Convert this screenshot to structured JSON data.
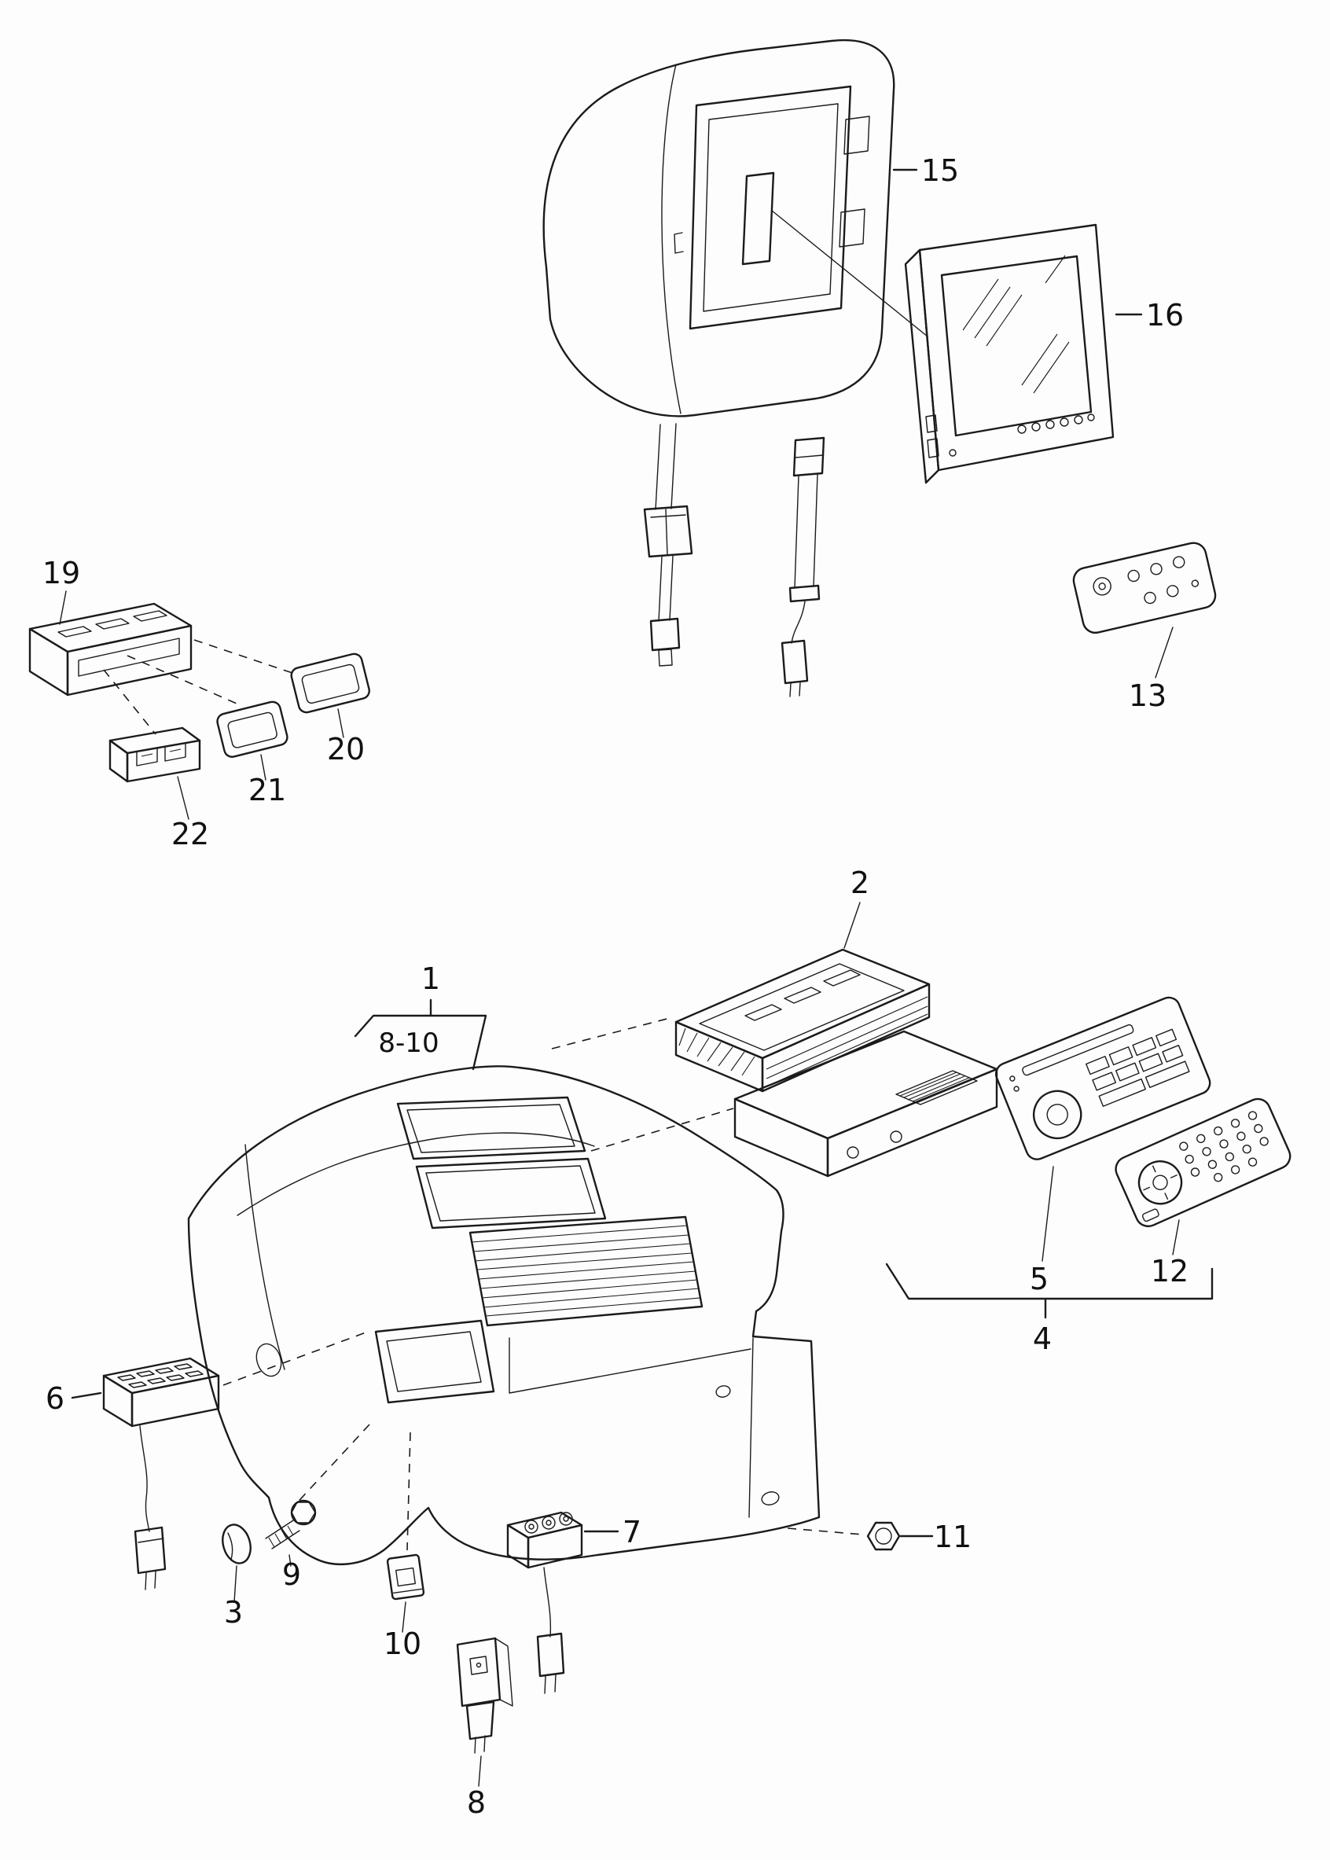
{
  "page": {
    "background": "#fdfdfd",
    "line_color": "#1b1b1b"
  },
  "diagram": {
    "kind": "exploded-parts-line-drawing",
    "callouts": {
      "n1": "1",
      "n2": "2",
      "n3": "3",
      "n4": "4",
      "n5": "5",
      "n6": "6",
      "n7": "7",
      "n8": "8",
      "n9": "9",
      "n10": "10",
      "n11": "11",
      "n12": "12",
      "n13": "13",
      "n15": "15",
      "n16": "16",
      "n19": "19",
      "n20": "20",
      "n21": "21",
      "n22": "22",
      "range_8_10": "8-10"
    }
  }
}
